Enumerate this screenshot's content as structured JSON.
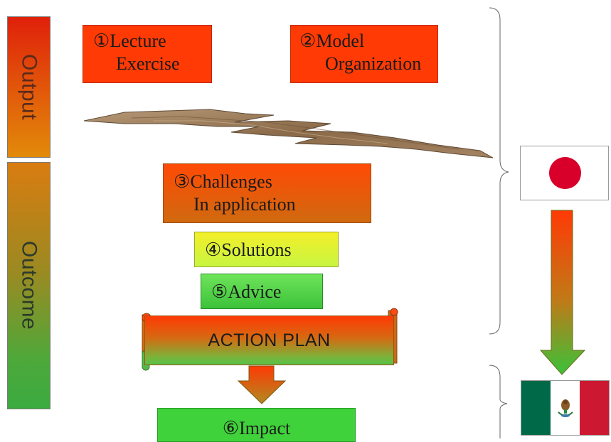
{
  "phases": {
    "output": "Output",
    "outcome": "Outcome"
  },
  "boxes": {
    "b1": {
      "number": "①",
      "line1": "Lecture",
      "line2": "Exercise"
    },
    "b2": {
      "number": "②",
      "line1": "Model",
      "line2": "Organization"
    },
    "b3": {
      "number": "③",
      "line1": "Challenges",
      "line2": "In application"
    },
    "b4": {
      "number": "④",
      "line1": "Solutions"
    },
    "b5": {
      "number": "⑤",
      "line1": "Advice"
    },
    "b6": {
      "number": "⑥",
      "line1": "Impact"
    }
  },
  "action_plan": {
    "label": "ACTION PLAN"
  },
  "flags": {
    "japan": "japan-flag-icon",
    "mexico": "mexico-flag-icon"
  },
  "colors": {
    "red_box": "#ff3a05",
    "green_box": "#3fd23a",
    "yellow_box": "#f3ef2a",
    "japan_red": "#d8002a",
    "mexico_green": "#006a48",
    "mexico_red": "#cc1830"
  }
}
